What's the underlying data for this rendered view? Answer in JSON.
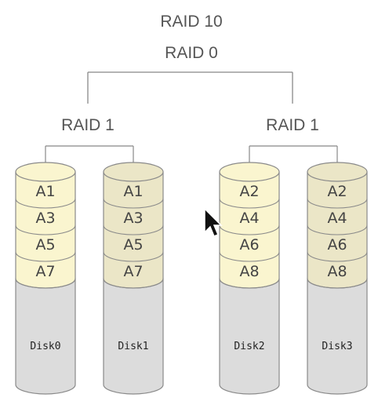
{
  "diagram": {
    "title_top": "RAID 10",
    "title_second": "RAID 0",
    "groups": [
      {
        "label": "RAID 1",
        "disks": [
          {
            "name": "Disk0",
            "blocks": [
              "A1",
              "A3",
              "A5",
              "A7"
            ]
          },
          {
            "name": "Disk1",
            "blocks": [
              "A1",
              "A3",
              "A5",
              "A7"
            ]
          }
        ]
      },
      {
        "label": "RAID 1",
        "disks": [
          {
            "name": "Disk2",
            "blocks": [
              "A2",
              "A4",
              "A6",
              "A8"
            ]
          },
          {
            "name": "Disk3",
            "blocks": [
              "A2",
              "A4",
              "A6",
              "A8"
            ]
          }
        ]
      }
    ]
  },
  "colors": {
    "block_primary": "#faf5cf",
    "block_mirror": "#ebe6c7",
    "disk_body": "#dcdcdc",
    "connector": "#888888"
  },
  "cursor_icon": "mouse-pointer-icon"
}
